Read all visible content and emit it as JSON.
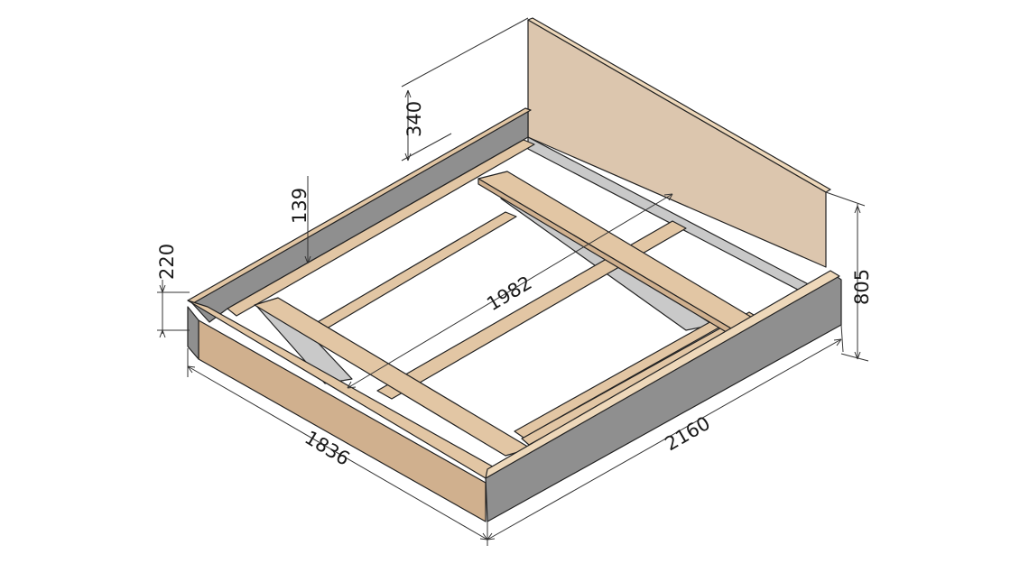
{
  "drawing": {
    "colors": {
      "wood_top": "#e2c6a4",
      "wood_side": "#d0b08e",
      "wood_light": "#eed8ba",
      "panel": "#dcc6ae",
      "gray_side": "#8f8f8f",
      "gray_inner": "#c9c9c9",
      "gray_dark": "#6f6f6f",
      "line": "#222222"
    },
    "dimensions": {
      "headboard_height": "340",
      "rail_height": "139",
      "frame_height": "220",
      "inner_length": "1982",
      "total_height": "805",
      "width": "1836",
      "length": "2160"
    }
  }
}
